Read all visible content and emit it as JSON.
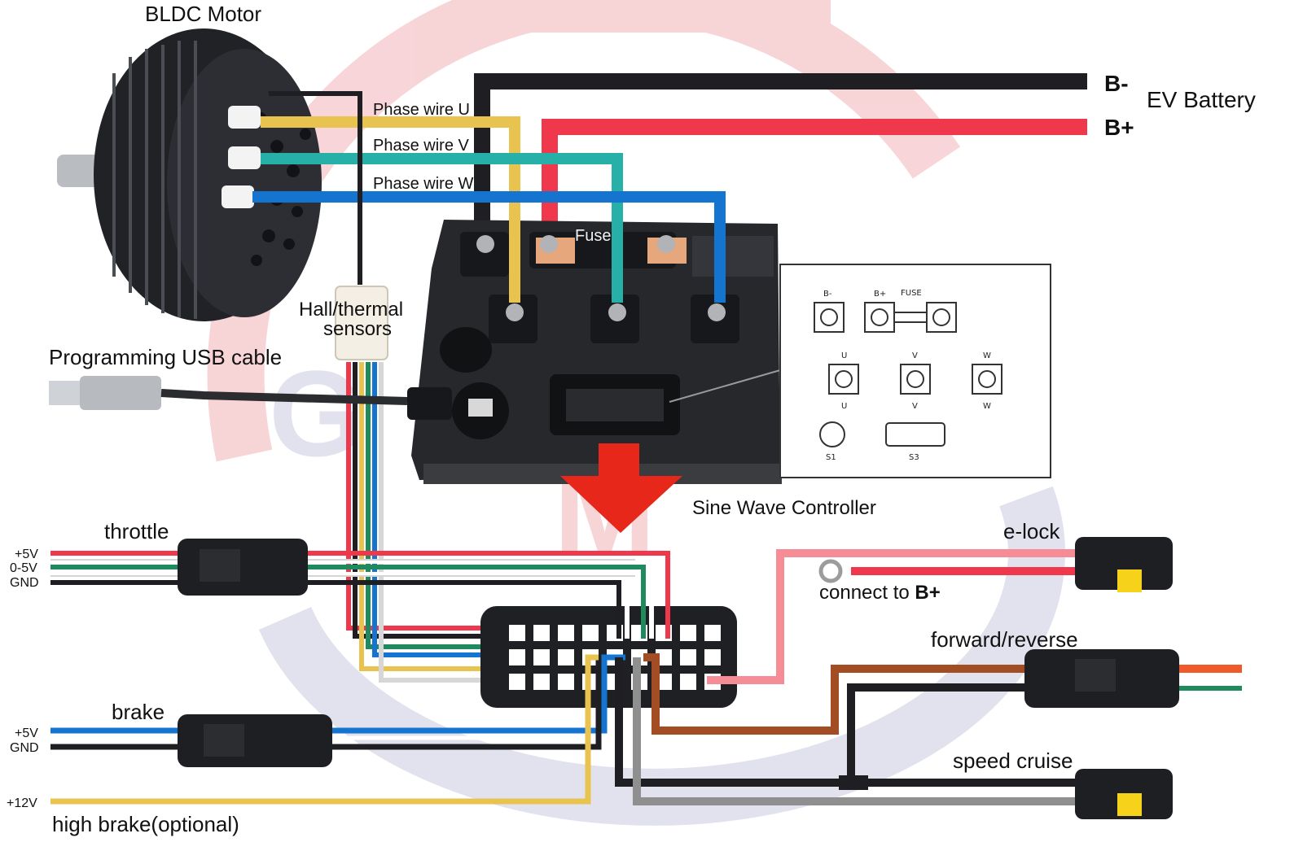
{
  "labels": {
    "motor": "BLDC Motor",
    "phase_u": "Phase wire U",
    "phase_v": "Phase wire V",
    "phase_w": "Phase wire W",
    "b_minus": "B-",
    "b_plus": "B+",
    "battery": "EV  Battery",
    "fuse": "Fuse",
    "hall": "Hall/thermal",
    "hall2": "sensors",
    "usb": "Programming USB cable",
    "controller": "Sine Wave Controller",
    "throttle": "throttle",
    "thr_5v": "+5V",
    "thr_sig": "0-5V",
    "thr_gnd": "GND",
    "elock": "e-lock",
    "connect": "connect to ",
    "connect_b": "B+",
    "fwdrev": "forward/reverse",
    "brake": "brake",
    "brk_5v": "+5V",
    "brk_gnd": "GND",
    "cruise": "speed cruise",
    "v12": "+12V",
    "highbrake": "high brake(optional)"
  },
  "panel_labels": {
    "bm": "B-",
    "bp": "B+",
    "fuse": "FUSE",
    "u": "U",
    "v": "V",
    "w": "W",
    "s1": "S1",
    "s3": "S3"
  },
  "colors": {
    "black": "#1f1f23",
    "red": "#f0384d",
    "yellow": "#e8c350",
    "teal": "#27b0a8",
    "blue": "#1474d0",
    "green": "#1e8a5e",
    "brown": "#a34d24",
    "pink": "#f58c96",
    "orange": "#ef5a2a",
    "grey": "#8f8f8f"
  }
}
